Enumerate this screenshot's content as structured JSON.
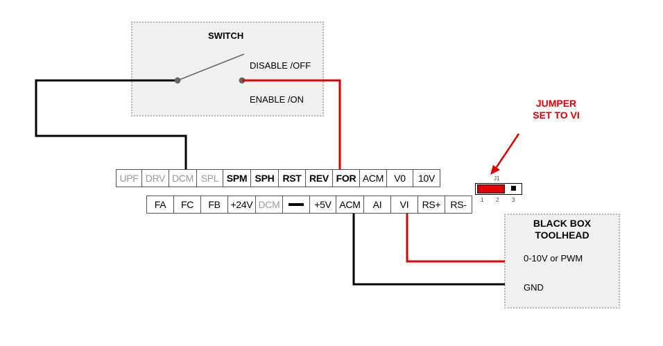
{
  "switch_box": {
    "title": "SWITCH",
    "disable_label": "DISABLE /OFF",
    "enable_label": "ENABLE /ON"
  },
  "terminal_top": [
    {
      "label": "UPF",
      "style": "gray"
    },
    {
      "label": "DRV",
      "style": "gray"
    },
    {
      "label": "DCM",
      "style": "gray"
    },
    {
      "label": "SPL",
      "style": "gray"
    },
    {
      "label": "SPM",
      "style": "bold"
    },
    {
      "label": "SPH",
      "style": "bold"
    },
    {
      "label": "RST",
      "style": "bold"
    },
    {
      "label": "REV",
      "style": "bold"
    },
    {
      "label": "FOR",
      "style": "bold"
    },
    {
      "label": "ACM",
      "style": "normal"
    },
    {
      "label": "V0",
      "style": "normal"
    },
    {
      "label": "10V",
      "style": "normal"
    }
  ],
  "terminal_bottom": [
    {
      "label": "FA",
      "style": "normal"
    },
    {
      "label": "FC",
      "style": "normal"
    },
    {
      "label": "FB",
      "style": "normal"
    },
    {
      "label": "+24V",
      "style": "normal"
    },
    {
      "label": "DCM",
      "style": "gray"
    },
    {
      "label": "",
      "style": "bar"
    },
    {
      "label": "+5V",
      "style": "normal"
    },
    {
      "label": "ACM",
      "style": "normal"
    },
    {
      "label": "AI",
      "style": "normal"
    },
    {
      "label": "VI",
      "style": "normal"
    },
    {
      "label": "RS+",
      "style": "normal"
    },
    {
      "label": "RS-",
      "style": "normal"
    }
  ],
  "jumper": {
    "name": "J1",
    "pins": [
      "1",
      "2",
      "3"
    ],
    "callout": "JUMPER\nSET TO VI",
    "callout_color": "#e00000"
  },
  "toolhead": {
    "title": "BLACK BOX\nTOOLHEAD",
    "signal_label": "0-10V or PWM",
    "gnd_label": "GND"
  },
  "colors": {
    "wire_signal": "#e00000",
    "wire_ground": "#000000",
    "box_fill": "#f0f0f0"
  }
}
